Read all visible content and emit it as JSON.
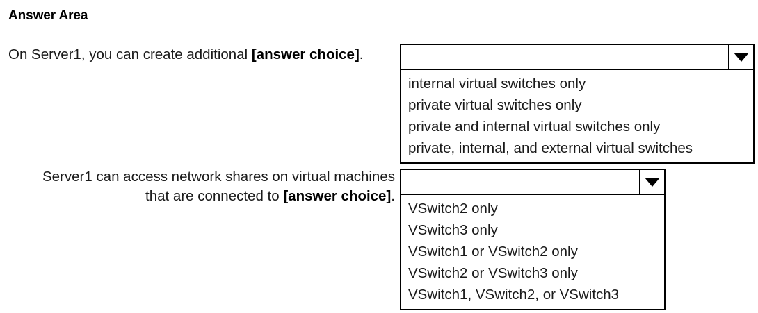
{
  "page": {
    "title": "Answer Area",
    "background_color": "#ffffff",
    "text_color": "#1a1a1a",
    "border_color": "#000000"
  },
  "questions": [
    {
      "stem_prefix": "On Server1, you can create additional ",
      "stem_placeholder": "[answer choice]",
      "stem_suffix": ".",
      "dropdown": {
        "selected_value": "",
        "arrow_icon": "chevron-down-icon",
        "options": [
          "internal virtual switches only",
          "private virtual switches only",
          "private and internal virtual switches only",
          "private, internal, and external virtual switches"
        ]
      }
    },
    {
      "stem_line_1": "Server1 can access network shares on virtual machines",
      "stem_line_2_prefix": "that are connected to ",
      "stem_placeholder": "[answer choice]",
      "stem_suffix": ".",
      "dropdown": {
        "selected_value": "",
        "arrow_icon": "chevron-down-icon",
        "options": [
          "VSwitch2 only",
          "VSwitch3 only",
          "VSwitch1 or VSwitch2 only",
          "VSwitch2 or VSwitch3 only",
          "VSwitch1, VSwitch2, or VSwitch3"
        ]
      }
    }
  ]
}
